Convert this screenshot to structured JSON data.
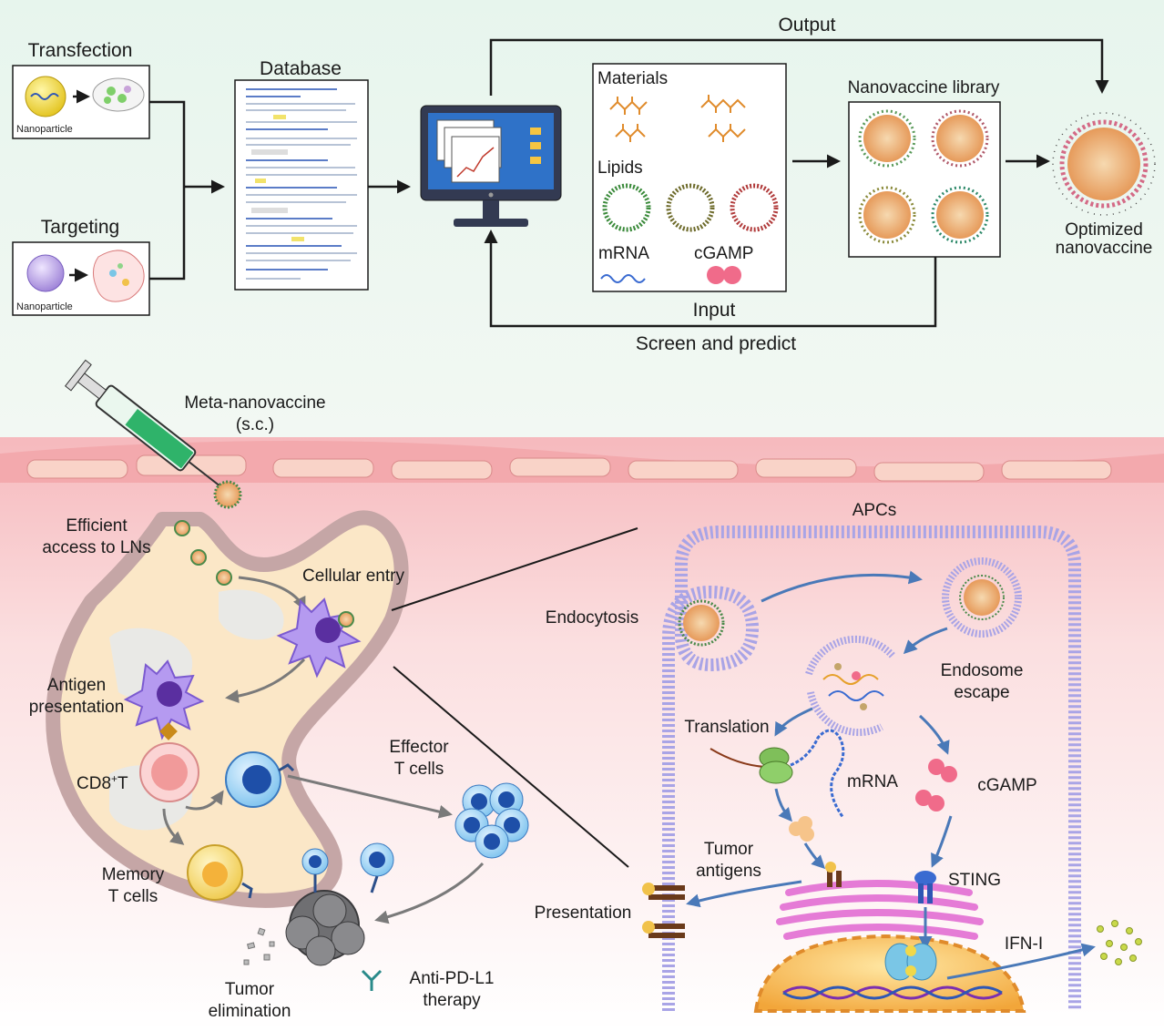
{
  "top": {
    "transfection": "Transfection",
    "targeting": "Targeting",
    "nanoparticle_1": "Nanoparticle",
    "nanoparticle_2": "Nanoparticle",
    "database": "Database",
    "output": "Output",
    "materials": "Materials",
    "lipids": "Lipids",
    "mrna": "mRNA",
    "cgamp": "cGAMP",
    "input": "Input",
    "screen_predict": "Screen and predict",
    "library": "Nanovaccine library",
    "optimized_1": "Optimized",
    "optimized_2": "nanovaccine"
  },
  "bottom": {
    "meta_1": "Meta-nanovaccine",
    "meta_2": "(s.c.)",
    "efficient_1": "Efficient",
    "efficient_2": "access to LNs",
    "cellular_entry": "Cellular entry",
    "antigen_1": "Antigen",
    "antigen_2": "presentation",
    "cd8": "CD8",
    "cd8_sup": "+",
    "cd8_t": "T",
    "effector_1": "Effector",
    "effector_2": "T cells",
    "memory_1": "Memory",
    "memory_2": "T cells",
    "tumor_elim_1": "Tumor",
    "tumor_elim_2": "elimination",
    "antipdl1_1": "Anti-PD-L1",
    "antipdl1_2": "therapy",
    "apcs": "APCs",
    "endocytosis": "Endocytosis",
    "endosome_1": "Endosome",
    "endosome_2": "escape",
    "translation": "Translation",
    "mrna": "mRNA",
    "cgamp": "cGAMP",
    "tumor_antigens_1": "Tumor",
    "tumor_antigens_2": "antigens",
    "sting": "STING",
    "presentation": "Presentation",
    "ifn": "IFN-I"
  },
  "colors": {
    "top_bg": "#eaf6ee",
    "tissue": "#f7c9cc",
    "membrane": "#a9a4e6",
    "cell_purple": "#8a5fd1",
    "tcell_blue": "#4aa6e0",
    "arrow_blue": "#4a79b8"
  }
}
